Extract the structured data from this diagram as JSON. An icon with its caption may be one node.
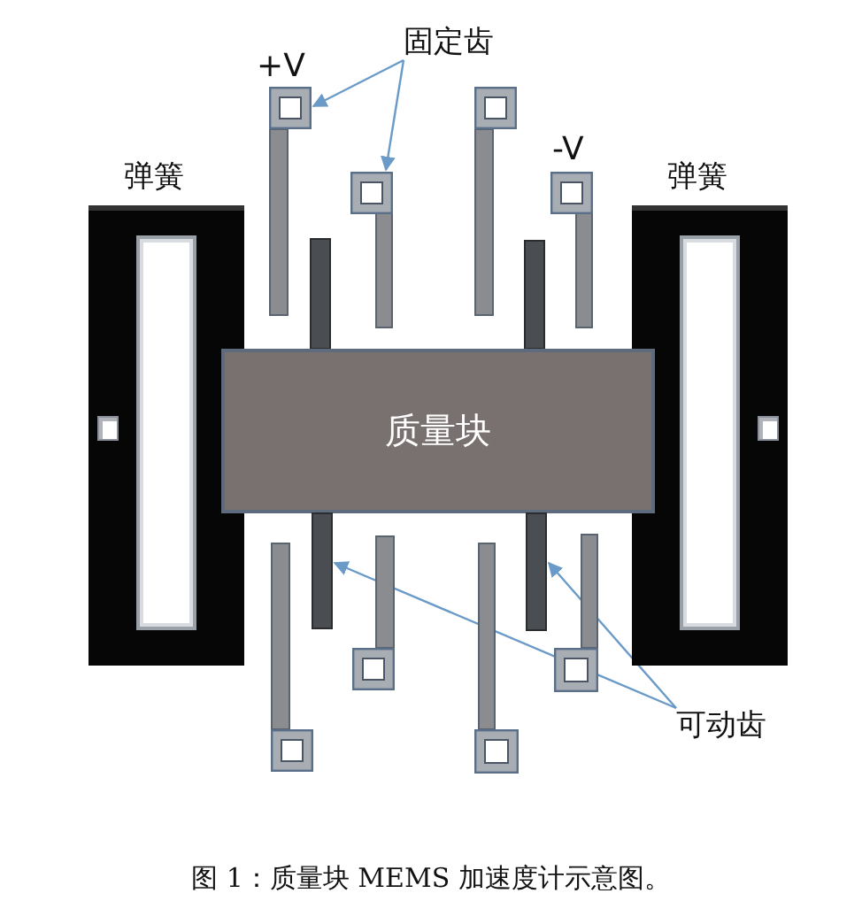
{
  "diagram": {
    "caption": "图 1：质量块 MEMS 加速度计示意图。",
    "nodes": [
      {
        "text": [
          "固定齿"
        ]
      },
      {
        "text": [],
        "shape": "bar"
      },
      {
        "text": [],
        "shape": "bar"
      },
      {
        "text": [],
        "shape": "bar"
      },
      {
        "text": [],
        "shape": "bar"
      },
      {
        "text": [
          "弹簧"
        ]
      },
      {
        "text": [
          "弹簧"
        ]
      },
      {
        "text": [],
        "shape": "bar"
      },
      {
        "text": [],
        "shape": "bar"
      },
      {
        "text": [
          "质量块"
        ]
      },
      {
        "text": [],
        "shape": "bar"
      },
      {
        "text": [],
        "shape": "bar"
      },
      {
        "text": [],
        "shape": "bar"
      },
      {
        "text": [],
        "shape": "bar"
      },
      {
        "text": [],
        "shape": "bar"
      },
      {
        "text": [],
        "shape": "bar"
      },
      {
        "text": [
          "可动齿"
        ]
      }
    ],
    "edges": [
      {
        "from": 0,
        "to": 1,
        "arrow": "to"
      },
      {
        "from": 0,
        "to": 3,
        "arrow": "to"
      },
      {
        "from": 16,
        "to": 10,
        "arrow": "to"
      },
      {
        "from": 16,
        "to": 11,
        "arrow": "to"
      }
    ],
    "labels": [
      "+V",
      "-V"
    ]
  }
}
